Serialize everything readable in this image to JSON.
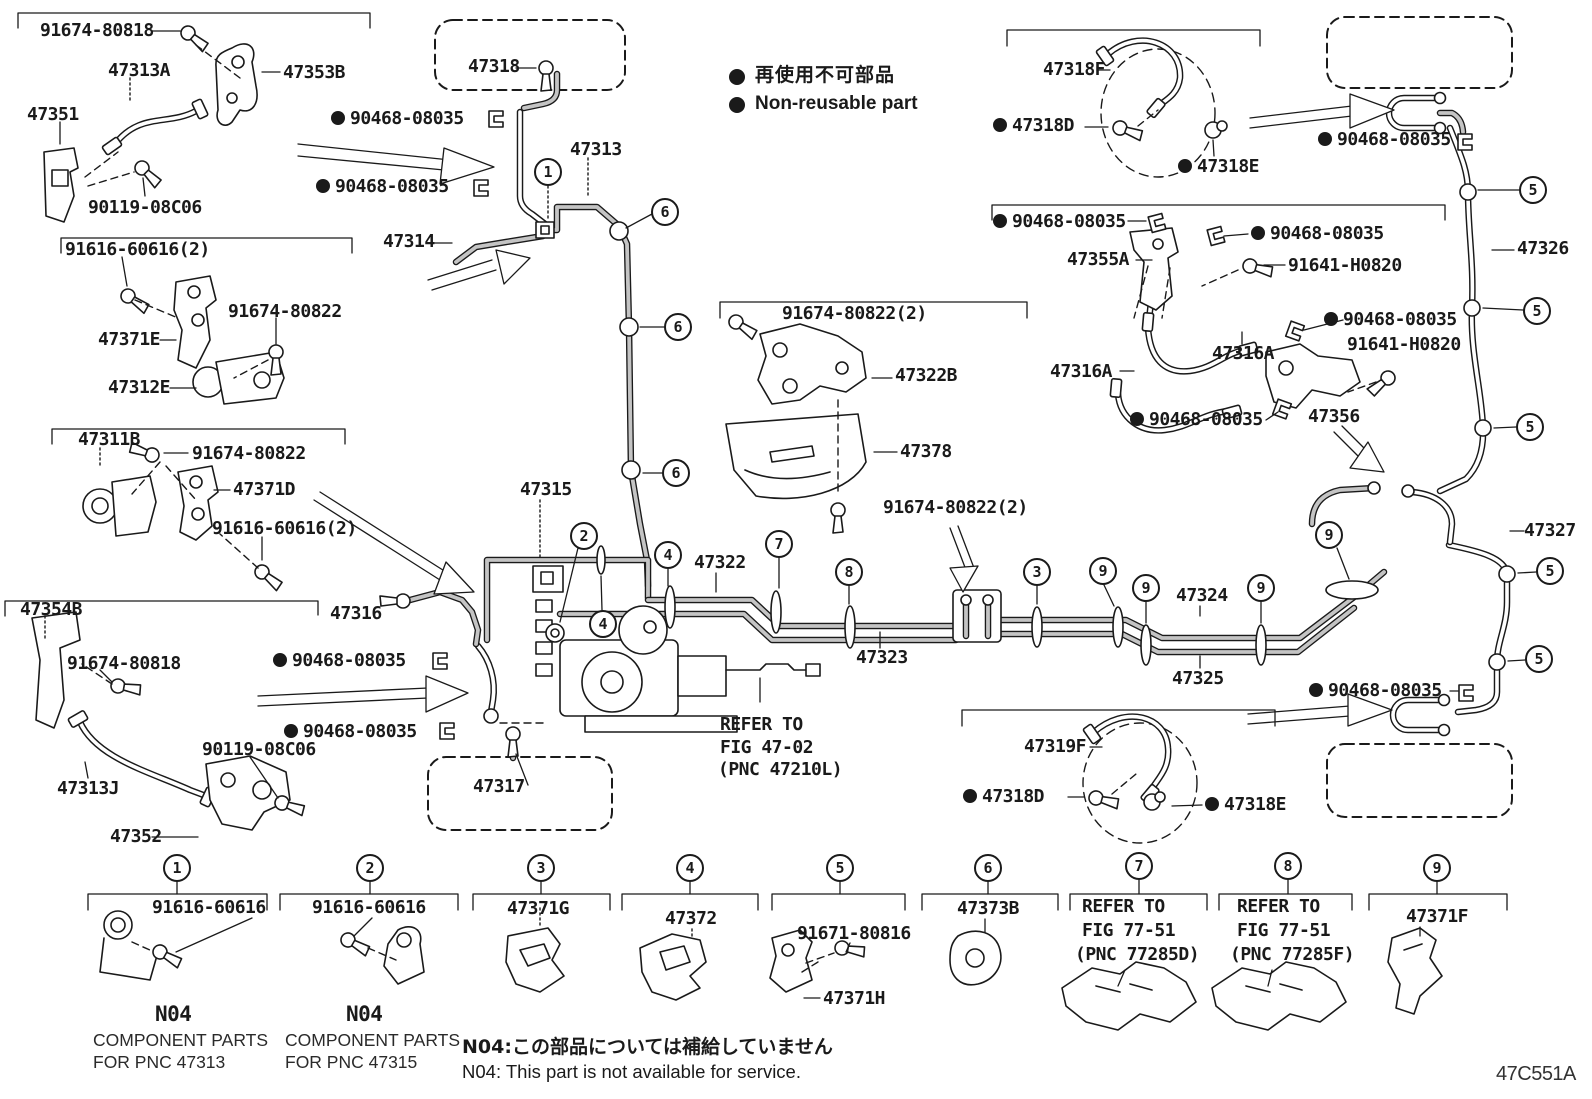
{
  "legend": {
    "jp": "再使用不可部品",
    "en": "Non-reusable part"
  },
  "labels": {
    "tl_bolt": "91674-80818",
    "tl_hose": "47313A",
    "tl_bracket": "47353B",
    "tl_valve": "47351",
    "tl_screw": "90119-08C06",
    "l2_bolt": "91616-60616(2)",
    "l2_bolt2": "91674-80822",
    "l2_bracket": "47371E",
    "l2_valve": "47312E",
    "l3_valve": "47311B",
    "l3_bolt": "91674-80822",
    "l3_bracket": "47371D",
    "l3_bolt2": "91616-60616(2)",
    "l4_bracket": "47354B",
    "l4_bolt": "91674-80818",
    "l4_hose": "47313J",
    "l4_screw": "90119-08C06",
    "l4_bracket2": "47352",
    "tc_tube": "47318",
    "tc_clip1": "90468-08035",
    "tc_clip2": "90468-08035",
    "tc_tube2": "47313",
    "tc_tube3": "47314",
    "tr_hose": "47318F",
    "tr_bolt": "47318D",
    "tr_clamp": "47318E",
    "tr_clip": "90468-08035",
    "rg_clip1": "90468-08035",
    "rg_clip2": "90468-08035",
    "rg_bracket": "47355A",
    "rg_bolt1": "91641-H0820",
    "rg_clip3": "90468-08035",
    "rg_bolt2": "91641-H0820",
    "rg_hose1": "47316A",
    "rg_hose2": "47316A",
    "rg_clip4": "90468-08035",
    "rg_bracket2": "47356",
    "rg_tube": "47326",
    "c_bolt1": "91674-80822(2)",
    "c_bracket": "47322B",
    "c_shield": "47378",
    "c_bolt2": "91674-80822(2)",
    "c_tube1": "47315",
    "c_tube2": "47316",
    "c_clip1": "90468-08035",
    "c_clip2": "90468-08035",
    "c_tube3": "47317",
    "c_tube4": "47322",
    "c_tube5": "47323",
    "r_tube1": "47324",
    "r_tube2": "47325",
    "r_tube3": "47327",
    "r_clip": "90468-08035",
    "br_hose": "47319F",
    "br_bolt": "47318D",
    "br_clamp": "47318E"
  },
  "refer_center": {
    "line1": "REFER TO",
    "line2": "FIG 47-02",
    "line3": "(PNC 47210L)"
  },
  "callouts": {
    "c1": "1",
    "c2": "2",
    "c3": "3",
    "c4": "4",
    "c5": "5",
    "c6": "6",
    "c7": "7",
    "c8": "8",
    "c9": "9"
  },
  "bottom_items": {
    "item1": {
      "num": "1",
      "part": "91616-60616",
      "note_code": "N04",
      "note1": "COMPONENT PARTS",
      "note2": "FOR PNC 47313"
    },
    "item2": {
      "num": "2",
      "part": "91616-60616",
      "note_code": "N04",
      "note1": "COMPONENT PARTS",
      "note2": "FOR PNC 47315"
    },
    "item3": {
      "num": "3",
      "part": "47371G"
    },
    "item4": {
      "num": "4",
      "part": "47372"
    },
    "item5": {
      "num": "5",
      "part": "91671-80816",
      "part2": "47371H"
    },
    "item6": {
      "num": "6",
      "part": "47373B"
    },
    "item7": {
      "num": "7",
      "line1": "REFER TO",
      "line2": "FIG 77-51",
      "line3": "(PNC 77285D)"
    },
    "item8": {
      "num": "8",
      "line1": "REFER TO",
      "line2": "FIG 77-51",
      "line3": "(PNC 77285F)"
    },
    "item9": {
      "num": "9",
      "part": "47371F"
    }
  },
  "footnotes": {
    "jp": "N04:この部品については補給していません",
    "en": "N04: This part is not available for service."
  },
  "diagram_code": "47C551A"
}
